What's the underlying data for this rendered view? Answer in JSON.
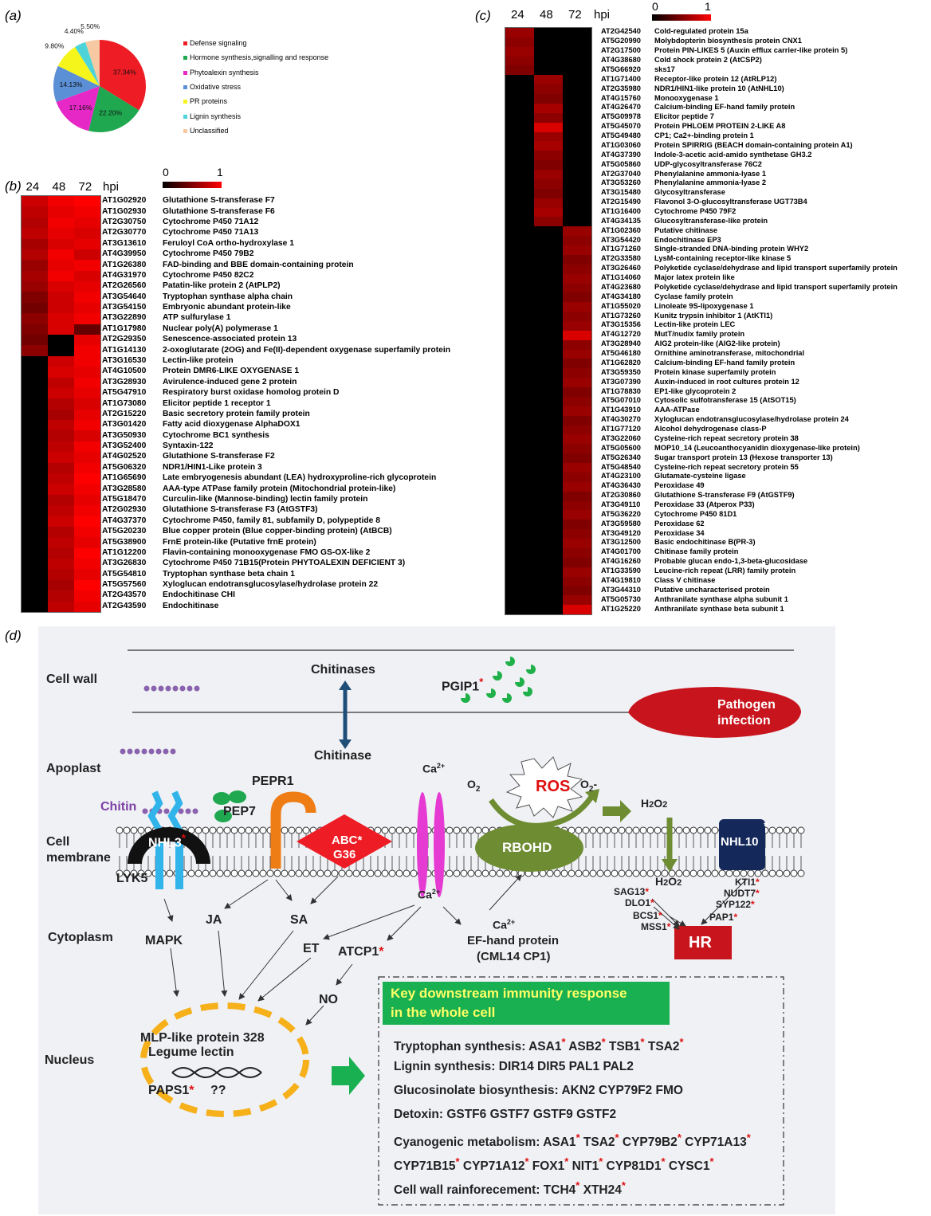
{
  "panels": {
    "a": "(a)",
    "b": "(b)",
    "c": "(c)",
    "d": "(d)"
  },
  "pie": {
    "slices": [
      {
        "label": "Defense signaling",
        "pct": 37.34,
        "text": "37.34%",
        "color": "#ee1c24"
      },
      {
        "label": "Hormone synthesis,signalling and response",
        "pct": 22.2,
        "text": "22.20%",
        "color": "#1fa84f"
      },
      {
        "label": "Phytoalexin synthesis",
        "pct": 17.16,
        "text": "17.16%",
        "color": "#e629c6"
      },
      {
        "label": "Oxidative stress",
        "pct": 14.13,
        "text": "14.13%",
        "color": "#5b8fd6"
      },
      {
        "label": "PR proteins",
        "pct": 9.8,
        "text": "9.80%",
        "color": "#f5f51b"
      },
      {
        "label": "Lignin synthesis",
        "pct": 4.4,
        "text": "4.40%",
        "color": "#4dd4d8"
      },
      {
        "label": "Unclassified",
        "pct": 5.5,
        "text": "5.50%",
        "color": "#f7c9a3"
      }
    ]
  },
  "heatmap_b": {
    "cols": [
      "24",
      "48",
      "72"
    ],
    "unit": "hpi",
    "scale_min": "0",
    "scale_max": "1",
    "genes": [
      [
        "AT1G02920",
        "Glutathione S-transferase F7",
        [
          0.8,
          0.95,
          1
        ]
      ],
      [
        "AT1G02930",
        "Glutathione S-transferase F6",
        [
          0.75,
          0.9,
          0.95
        ]
      ],
      [
        "AT2G30750",
        "Cytochrome P450 71A12",
        [
          0.7,
          0.95,
          0.9
        ]
      ],
      [
        "AT2G30770",
        "Cytochrome P450 71A13",
        [
          0.75,
          0.9,
          0.85
        ]
      ],
      [
        "AT3G13610",
        "Feruloyl CoA ortho-hydroxylase 1",
        [
          0.65,
          0.85,
          0.9
        ]
      ],
      [
        "AT4G39950",
        "Cytochrome P450 79B2",
        [
          0.7,
          0.95,
          0.8
        ]
      ],
      [
        "AT1G26380",
        "FAD-binding and BBE domain-containing protein",
        [
          0.6,
          0.9,
          0.95
        ]
      ],
      [
        "AT4G31970",
        "Cytochrome P450 82C2",
        [
          0.65,
          0.95,
          0.85
        ]
      ],
      [
        "AT2G26560",
        "Patatin-like protein 2 (AtPLP2)",
        [
          0.6,
          0.85,
          0.9
        ]
      ],
      [
        "AT3G54640",
        "Tryptophan synthase alpha chain",
        [
          0.5,
          0.8,
          0.95
        ]
      ],
      [
        "AT3G54150",
        "Embryonic abundant protein-like",
        [
          0.45,
          0.8,
          0.9
        ]
      ],
      [
        "AT3G22890",
        "ATP sulfurylase 1",
        [
          0.55,
          0.85,
          0.95
        ]
      ],
      [
        "AT1G17980",
        "Nuclear poly(A) polymerase 1",
        [
          0.5,
          0.85,
          0.4
        ]
      ],
      [
        "AT2G29350",
        "Senescence-associated protein 13",
        [
          0.45,
          0,
          0.9
        ]
      ],
      [
        "AT1G14130",
        "2-oxoglutarate (2OG) and Fe(II)-dependent oxygenase superfamily protein",
        [
          0.55,
          0,
          0.95
        ]
      ],
      [
        "AT3G16530",
        "Lectin-like protein",
        [
          0,
          0.8,
          0.95
        ]
      ],
      [
        "AT4G10500",
        "Protein DMR6-LIKE OXYGENASE 1",
        [
          0,
          0.85,
          0.9
        ]
      ],
      [
        "AT3G28930",
        "Avirulence-induced gene 2 protein",
        [
          0,
          0.75,
          0.95
        ]
      ],
      [
        "AT5G47910",
        "Respiratory burst oxidase homolog protein D",
        [
          0,
          0.8,
          0.9
        ]
      ],
      [
        "AT1G73080",
        "Elicitor peptide 1 receptor 1",
        [
          0,
          0.7,
          0.85
        ]
      ],
      [
        "AT2G15220",
        "Basic secretory protein family protein",
        [
          0,
          0.65,
          0.9
        ]
      ],
      [
        "AT3G01420",
        "Fatty acid dioxygenase AlphaDOX1",
        [
          0,
          0.75,
          0.95
        ]
      ],
      [
        "AT3G50930",
        "Cytochrome BC1 synthesis",
        [
          0,
          0.7,
          0.85
        ]
      ],
      [
        "AT3G52400",
        "Syntaxin-122",
        [
          0,
          0.75,
          0.95
        ]
      ],
      [
        "AT4G02520",
        "Glutathione S-transferase F2",
        [
          0,
          0.8,
          0.9
        ]
      ],
      [
        "AT5G06320",
        "NDR1/HIN1-Like protein 3",
        [
          0,
          0.7,
          0.95
        ]
      ],
      [
        "AT1G65690",
        "Late embryogenesis abundant (LEA) hydroxyproline-rich glycoprotein",
        [
          0,
          0.75,
          1
        ]
      ],
      [
        "AT3G28580",
        "AAA-type ATPase family protein (Mitochondrial protein-like)",
        [
          0,
          0.8,
          0.95
        ]
      ],
      [
        "AT5G18470",
        "Curculin-like (Mannose-binding) lectin family protein",
        [
          0,
          0.7,
          0.9
        ]
      ],
      [
        "AT2G02930",
        "Glutathione S-transferase F3 (AtGSTF3)",
        [
          0,
          0.75,
          0.95
        ]
      ],
      [
        "AT4G37370",
        "Cytochrome P450, family 81, subfamily D, polypeptide 8",
        [
          0,
          0.8,
          1
        ]
      ],
      [
        "AT5G20230",
        "Blue copper protein (Blue copper-binding protein) (AtBCB)",
        [
          0,
          0.7,
          0.95
        ]
      ],
      [
        "AT5G38900",
        "FrnE protein-like (Putative frnE protein)",
        [
          0,
          0.75,
          0.9
        ]
      ],
      [
        "AT1G12200",
        "Flavin-containing monooxygenase FMO GS-OX-like 2",
        [
          0,
          0.7,
          1
        ]
      ],
      [
        "AT3G26830",
        "Cytochrome P450 71B15(Protein PHYTOALEXIN DEFICIENT 3)",
        [
          0,
          0.75,
          0.95
        ]
      ],
      [
        "AT5G54810",
        "Tryptophan synthase beta chain 1",
        [
          0,
          0.7,
          0.9
        ]
      ],
      [
        "AT5G57560",
        "Xyloglucan endotransglucosylase/hydrolase protein 22",
        [
          0,
          0.65,
          1
        ]
      ],
      [
        "AT2G43570",
        "Endochitinase CHI",
        [
          0,
          0.7,
          0.95
        ]
      ],
      [
        "AT2G43590",
        "Endochitinase",
        [
          0,
          0.75,
          0.9
        ]
      ]
    ]
  },
  "heatmap_c": {
    "cols": [
      "24",
      "48",
      "72"
    ],
    "unit": "hpi",
    "scale_min": "0",
    "scale_max": "1",
    "genes": [
      [
        "AT2G42540",
        "Cold-regulated protein 15a",
        [
          0.6,
          0,
          0
        ]
      ],
      [
        "AT5G20990",
        "Molybdopterin biosynthesis protein CNX1",
        [
          0.55,
          0,
          0
        ]
      ],
      [
        "AT2G17500",
        "Protein PIN-LIKES 5 (Auxin efflux carrier-like protein 5)",
        [
          0.6,
          0,
          0
        ]
      ],
      [
        "AT4G38680",
        "Cold shock protein 2 (AtCSP2)",
        [
          0.55,
          0,
          0
        ]
      ],
      [
        "AT5G66920",
        "sks17",
        [
          0.5,
          0,
          0
        ]
      ],
      [
        "AT1G71400",
        "Receptor-like protein 12 (AtRLP12)",
        [
          0,
          0.6,
          0
        ]
      ],
      [
        "AT2G35980",
        "NDR1/HIN1-like protein 10 (AtNHL10)",
        [
          0,
          0.55,
          0
        ]
      ],
      [
        "AT4G15760",
        "Monooxygenase 1",
        [
          0,
          0.5,
          0
        ]
      ],
      [
        "AT4G26470",
        "Calcium-binding EF-hand family protein",
        [
          0,
          0.65,
          0
        ]
      ],
      [
        "AT5G09978",
        "Elicitor peptide 7",
        [
          0,
          0.55,
          0
        ]
      ],
      [
        "AT5G45070",
        "Protein PHLOEM PROTEIN 2-LIKE A8",
        [
          0,
          0.85,
          0
        ]
      ],
      [
        "AT5G49480",
        "CP1; Ca2+-binding protein 1",
        [
          0,
          0.6,
          0
        ]
      ],
      [
        "AT1G03060",
        "Protein SPIRRIG (BEACH domain-containing protein A1)",
        [
          0,
          0.65,
          0
        ]
      ],
      [
        "AT4G37390",
        "Indole-3-acetic acid-amido synthetase GH3.2",
        [
          0,
          0.55,
          0
        ]
      ],
      [
        "AT5G05860",
        "UDP-glycosyltransferase 76C2",
        [
          0,
          0.5,
          0
        ]
      ],
      [
        "AT2G37040",
        "Phenylalanine ammonia-lyase 1",
        [
          0,
          0.6,
          0
        ]
      ],
      [
        "AT3G53260",
        "Phenylalanine ammonia-lyase 2",
        [
          0,
          0.55,
          0
        ]
      ],
      [
        "AT3G15480",
        "Glycosyltransferase",
        [
          0,
          0.5,
          0
        ]
      ],
      [
        "AT2G15490",
        "Flavonol 3-O-glucosyltransferase UGT73B4",
        [
          0,
          0.6,
          0
        ]
      ],
      [
        "AT1G16400",
        "Cytochrome P450 79F2",
        [
          0,
          0.65,
          0
        ]
      ],
      [
        "AT4G34135",
        "Glucosyltransferase-like protein",
        [
          0,
          0.55,
          0
        ]
      ],
      [
        "AT1G02360",
        "Putative chitinase",
        [
          0,
          0,
          0.6
        ]
      ],
      [
        "AT3G54420",
        "Endochitinase EP3",
        [
          0,
          0,
          0.55
        ]
      ],
      [
        "AT1G71260",
        "Single-stranded DNA-binding protein WHY2",
        [
          0,
          0,
          0.6
        ]
      ],
      [
        "AT2G33580",
        "LysM-containing receptor-like kinase 5",
        [
          0,
          0,
          0.5
        ]
      ],
      [
        "AT3G26460",
        "Polyketide cyclase/dehydrase and lipid transport superfamily protein",
        [
          0,
          0,
          0.55
        ]
      ],
      [
        "AT1G14060",
        "Major latex protein like",
        [
          0,
          0,
          0.6
        ]
      ],
      [
        "AT4G23680",
        "Polyketide cyclase/dehydrase and lipid transport superfamily protein",
        [
          0,
          0,
          0.55
        ]
      ],
      [
        "AT4G34180",
        "Cyclase family protein",
        [
          0,
          0,
          0.5
        ]
      ],
      [
        "AT1G55020",
        "Linoleate 9S-lipoxygenase 1",
        [
          0,
          0,
          0.6
        ]
      ],
      [
        "AT1G73260",
        "Kunitz trypsin inhibitor 1 (AtKTI1)",
        [
          0,
          0,
          0.55
        ]
      ],
      [
        "AT3G15356",
        "Lectin-like protein LEC",
        [
          0,
          0,
          0.6
        ]
      ],
      [
        "AT4G12720",
        "MutT/nudix family protein",
        [
          0,
          0,
          0.85
        ]
      ],
      [
        "AT3G28940",
        "AIG2 protein-like (AIG2-like protein)",
        [
          0,
          0,
          0.55
        ]
      ],
      [
        "AT5G46180",
        "Ornithine aminotransferase, mitochondrial",
        [
          0,
          0,
          0.6
        ]
      ],
      [
        "AT1G62820",
        "Calcium-binding EF-hand family protein",
        [
          0,
          0,
          0.5
        ]
      ],
      [
        "AT3G59350",
        "Protein kinase superfamily protein",
        [
          0,
          0,
          0.55
        ]
      ],
      [
        "AT3G07390",
        "Auxin-induced in root cultures protein 12",
        [
          0,
          0,
          0.6
        ]
      ],
      [
        "AT1G78830",
        "EP1-like glycoprotein 2",
        [
          0,
          0,
          0.5
        ]
      ],
      [
        "AT5G07010",
        "Cytosolic sulfotransferase 15 (AtSOT15)",
        [
          0,
          0,
          0.55
        ]
      ],
      [
        "AT1G43910",
        "AAA-ATPase",
        [
          0,
          0,
          0.6
        ]
      ],
      [
        "AT4G30270",
        "Xyloglucan endotransglucosylase/hydrolase protein 24",
        [
          0,
          0,
          0.5
        ]
      ],
      [
        "AT1G77120",
        "Alcohol dehydrogenase class-P",
        [
          0,
          0,
          0.55
        ]
      ],
      [
        "AT3G22060",
        "Cysteine-rich repeat secretory protein 38",
        [
          0,
          0,
          0.6
        ]
      ],
      [
        "AT5G05600",
        "MOP10_14 (Leucoanthocyanidin dioxygenase-like protein)",
        [
          0,
          0,
          0.55
        ]
      ],
      [
        "AT5G26340",
        "Sugar transport protein 13 (Hexose transporter 13)",
        [
          0,
          0,
          0.5
        ]
      ],
      [
        "AT5G48540",
        "Cysteine-rich repeat secretory protein 55",
        [
          0,
          0,
          0.6
        ]
      ],
      [
        "AT4G23100",
        "Glutamate-cysteine ligase",
        [
          0,
          0,
          0.55
        ]
      ],
      [
        "AT4G36430",
        "Peroxidase 49",
        [
          0,
          0,
          0.6
        ]
      ],
      [
        "AT2G30860",
        "Glutathione S-transferase F9 (AtGSTF9)",
        [
          0,
          0,
          0.5
        ]
      ],
      [
        "AT3G49110",
        "Peroxidase 33 (Atperox P33)",
        [
          0,
          0,
          0.55
        ]
      ],
      [
        "AT5G36220",
        "Cytochrome P450 81D1",
        [
          0,
          0,
          0.6
        ]
      ],
      [
        "AT3G59580",
        "Peroxidase 62",
        [
          0,
          0,
          0.5
        ]
      ],
      [
        "AT3G49120",
        "Peroxidase 34",
        [
          0,
          0,
          0.55
        ]
      ],
      [
        "AT3G12500",
        "Basic endochitinase B(PR-3)",
        [
          0,
          0,
          0.6
        ]
      ],
      [
        "AT4G01700",
        "Chitinase family protein",
        [
          0,
          0,
          0.55
        ]
      ],
      [
        "AT4G16260",
        "Probable glucan endo-1,3-beta-glucosidase",
        [
          0,
          0,
          0.5
        ]
      ],
      [
        "AT1G33590",
        "Leucine-rich repeat (LRR) family protein",
        [
          0,
          0,
          0.6
        ]
      ],
      [
        "AT4G19810",
        "Class V chitinase",
        [
          0,
          0,
          0.55
        ]
      ],
      [
        "AT3G44310",
        "Putative uncharacterised protein",
        [
          0,
          0,
          0.5
        ]
      ],
      [
        "AT5G05730",
        "Anthranilate synthase alpha subunit 1",
        [
          0,
          0,
          0.6
        ]
      ],
      [
        "AT1G25220",
        "Anthranilate synthase beta subunit 1",
        [
          0,
          0,
          0.85
        ]
      ]
    ]
  },
  "diagram": {
    "cell_wall": "Cell wall",
    "apoplast": "Apoplast",
    "cell_membrane_1": "Cell",
    "cell_membrane_2": "membrane",
    "cytoplasm": "Cytoplasm",
    "nucleus": "Nucleus",
    "chitinases": "Chitinases",
    "chitinase": "Chitinase",
    "pgip1": "PGIP1",
    "pathogen_1": "Pathogen",
    "pathogen_2": "infection",
    "chitin": "Chitin",
    "pepr1": "PEPR1",
    "pep7": "PEP7",
    "nhl3": "NHL3",
    "lyk5": "LYK5",
    "abc_1": "ABC",
    "abc_2": "G36",
    "ca_top": "Ca",
    "ca_bottom": "Ca",
    "ca_sup": "2+",
    "o2_left": "O",
    "o2_sub": "2",
    "ros": "ROS",
    "o2_right": "O",
    "rbohd": "RBOHD",
    "h2o2_top": "H",
    "h2o2_mid": "2",
    "h2o2_o": "O",
    "nhl10": "NHL10",
    "mapk": "MAPK",
    "ja": "JA",
    "sa": "SA",
    "et": "ET",
    "atcp1": "ATCP1",
    "no": "NO",
    "ef_ca": "Ca",
    "ef_1": "EF-hand protein",
    "ef_2": "(CML14 CP1)",
    "sag13": "SAG13",
    "dlo1": "DLO1",
    "bcs1": "BCS1",
    "mss1": "MSS1",
    "kti1": "KTI1",
    "nudt7": "NUDT7",
    "syp122": "SYP122",
    "pap1": "PAP1",
    "hr": "HR",
    "mlp": "MLP-like protein 328",
    "legume": "Legume lectin",
    "paps1": "PAPS1",
    "qq": "??",
    "star": "*",
    "key_title_1": "Key downstream immunity response",
    "key_title_2": "in the whole cell",
    "key_lines": [
      {
        "label": "Tryptophan synthesis:",
        "items": [
          "ASA1*",
          "ASB2*",
          "TSB1*",
          "TSA2*"
        ]
      },
      {
        "label": "Lignin synthesis:",
        "items": [
          "DIR14",
          "DIR5",
          "PAL1",
          "PAL2"
        ]
      },
      {
        "label": "Glucosinolate biosynthesis:",
        "items": [
          "AKN2",
          "CYP79F2",
          "FMO"
        ]
      },
      {
        "label": "Detoxin:",
        "items": [
          "GSTF6",
          "GSTF7",
          "GSTF9",
          "GSTF2"
        ]
      },
      {
        "label": "Cyanogenic metabolism:",
        "items": [
          "ASA1*",
          "TSA2*",
          "CYP79B2*",
          "CYP71A13*"
        ]
      },
      {
        "label": "",
        "items": [
          "CYP71B15*",
          "CYP71A12*",
          "FOX1*",
          "NIT1*",
          "CYP81D1*",
          "CYSC1*"
        ]
      },
      {
        "label": "Cell wall rainforecement:",
        "items": [
          "TCH4*",
          "XTH24*"
        ]
      }
    ]
  }
}
